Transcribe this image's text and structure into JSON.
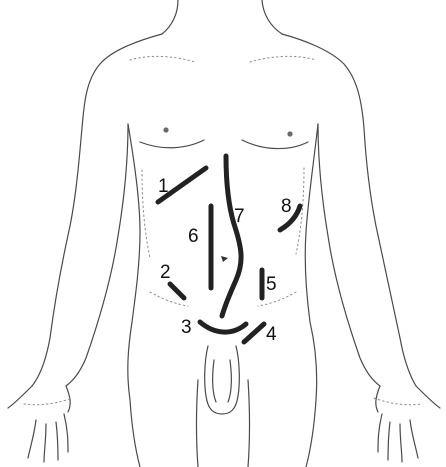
{
  "incisions": [
    {
      "id": "1",
      "label": "1"
    },
    {
      "id": "2",
      "label": "2"
    },
    {
      "id": "3",
      "label": "3"
    },
    {
      "id": "4",
      "label": "4"
    },
    {
      "id": "5",
      "label": "5"
    },
    {
      "id": "6",
      "label": "6"
    },
    {
      "id": "7",
      "label": "7"
    },
    {
      "id": "8",
      "label": "8"
    }
  ],
  "colors": {
    "outline": "#4a4a4a",
    "incision": "#222222",
    "background": "#ffffff"
  }
}
